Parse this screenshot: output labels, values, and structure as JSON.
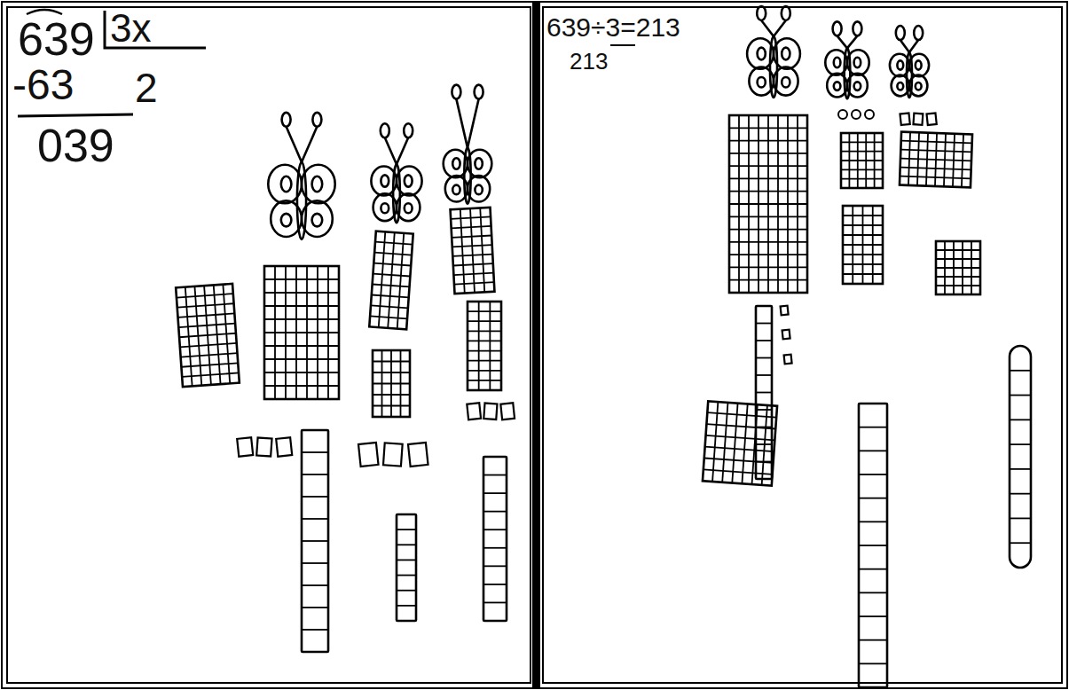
{
  "diagram": {
    "labels": [
      "639",
      "3x",
      "-63",
      "039",
      "2",
      "639÷3=213",
      "213"
    ]
  }
}
